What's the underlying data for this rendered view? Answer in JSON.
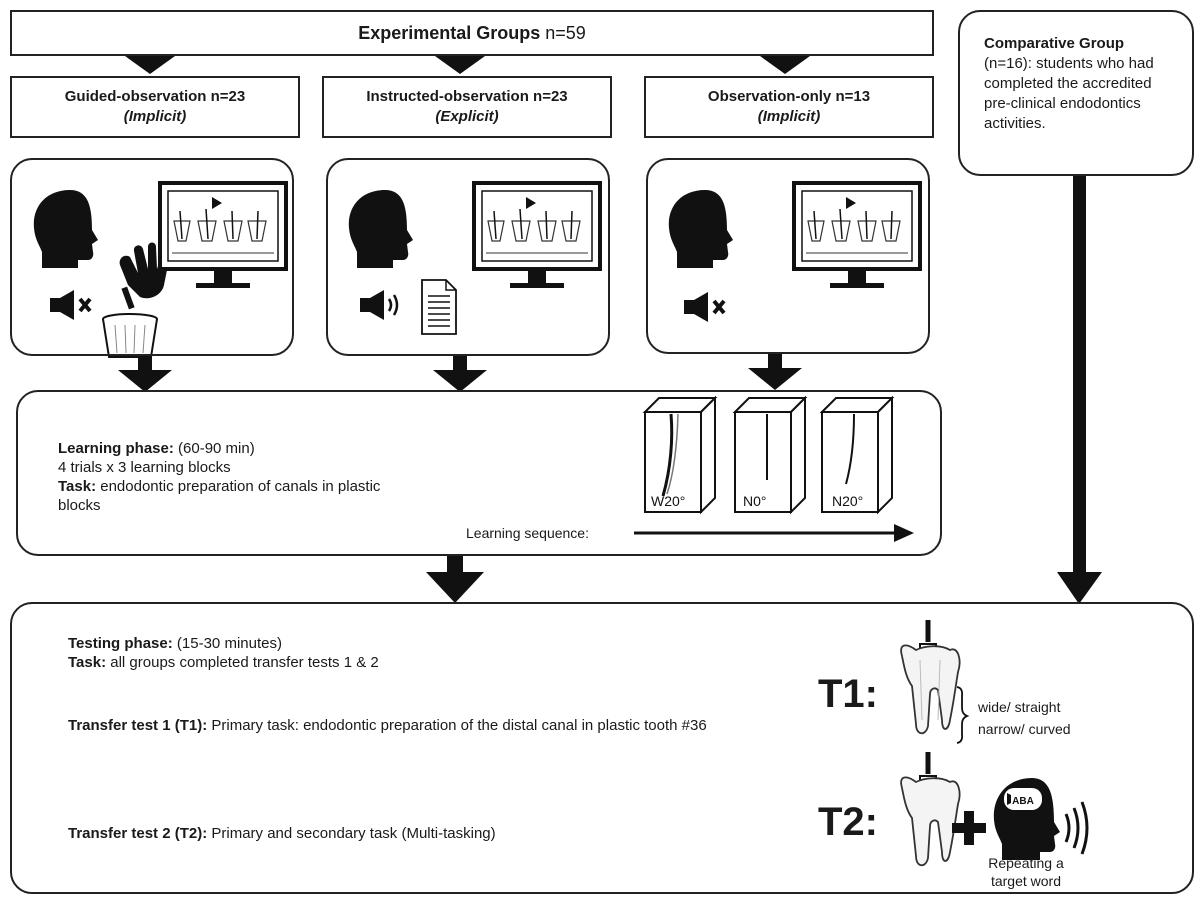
{
  "header": {
    "experimental_title": "Experimental Groups",
    "experimental_n": " n=59"
  },
  "comparative": {
    "title": "Comparative Group",
    "text": "(n=16): students who had completed the accredited pre-clinical endodontics activities."
  },
  "groups": [
    {
      "name": "Guided-observation",
      "n": " n=23",
      "mode": "(Implicit)"
    },
    {
      "name": "Instructed-observation",
      "n": " n=23",
      "mode": "(Explicit)"
    },
    {
      "name": "Observation-only",
      "n": " n=13",
      "mode": "(Implicit)"
    }
  ],
  "learning": {
    "phase_label": "Learning phase:",
    "phase_value": " (60-90 min)",
    "trials": "4 trials x 3 learning blocks",
    "task_label": "Task:",
    "task_value": " endodontic preparation of canals in plastic blocks",
    "sequence_label": "Learning sequence:",
    "blocks": [
      "W20°",
      "N0°",
      "N20°"
    ]
  },
  "testing": {
    "phase_label": "Testing phase:",
    "phase_value": " (15-30 minutes)",
    "task_label": "Task:",
    "task_value": " all groups completed transfer tests 1 & 2",
    "t1_label": "Transfer test 1 (T1):",
    "t1_value": " Primary task: endodontic preparation of the distal canal in plastic tooth #36",
    "t2_label": "Transfer test 2 (T2):",
    "t2_value": " Primary and secondary task (Multi-tasking)",
    "t1_big": "T1:",
    "t2_big": "T2:",
    "wide": "wide/ straight",
    "narrow": "narrow/ curved",
    "head_badge": "ABA",
    "repeat_line1": "Repeating a",
    "repeat_line2": "target word"
  },
  "icons": [
    "head-icon",
    "speaker-muted-icon",
    "speaker-sound-icon",
    "hand-icon",
    "cup-icon",
    "monitor-icon",
    "document-icon",
    "tooth-icon",
    "listening-head-icon",
    "plus-icon",
    "arrow-icon"
  ]
}
